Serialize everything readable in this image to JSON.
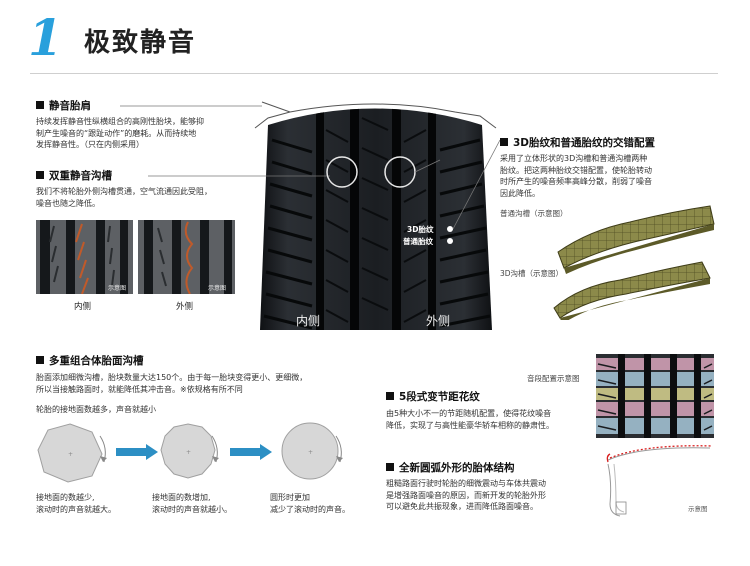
{
  "header": {
    "number": "1",
    "title": "极致静音"
  },
  "sections": {
    "shoulder": {
      "title": "静音胎肩",
      "text_lines": [
        "持续发挥静音性纵横组合的高刚性胎块，能够抑",
        "制产生噪音的“跟趾动作”的磨耗。从而持续地",
        "发挥静音性。（只在内侧采用）"
      ]
    },
    "double_groove": {
      "title": "双重静音沟槽",
      "text_lines": [
        "我们不将轮胎外侧沟槽贯通，空气流通因此受阻，",
        "噪音也随之降低。"
      ],
      "inner_label": "内侧",
      "outer_label": "外侧",
      "img_tag": "示意图"
    },
    "tire": {
      "inner_label": "内侧",
      "outer_label": "外侧",
      "pattern_3d": "3D胎纹",
      "pattern_normal": "普通胎纹"
    },
    "pattern_3d": {
      "title": "3D胎纹和普通胎纹的交错配置",
      "text_lines": [
        "采用了立体形状的3D沟槽和普通沟槽两种",
        "胎纹。把这两种胎纹交错配置，使轮胎转动",
        "时所产生的噪音频率高峰分散，削弱了噪音",
        "因此降低。"
      ],
      "normal_caption": "普通沟槽（示意图）",
      "three_d_caption": "3D沟槽（示意图）"
    },
    "multi_block": {
      "title": "多重组合体胎面沟槽",
      "text_lines": [
        "胎面添加细微沟槽，胎块数量大达150个。由于每一胎块变得更小、更细微，",
        "所以当接触路面时，就能降低其冲击音。※依规格有所不同"
      ],
      "subtitle": "轮胎的接地面数越多，声音就越小",
      "captions": [
        [
          "接地面的数越少,",
          "滚动时的声音就越大。"
        ],
        [
          "接地面的数增加,",
          "滚动时的声音就越小。"
        ],
        [
          "圆形时更加",
          "减少了滚动时的声音。"
        ]
      ]
    },
    "pitch": {
      "title": "5段式变节距花纹",
      "text_lines": [
        "由5种大小不一的节距随机配置，使得花纹噪音",
        "降低，实现了与高性能豪华轿车相称的静肃性。"
      ],
      "diagram_label": "音段配置示意图"
    },
    "arc": {
      "title": "全新圆弧外形的胎体结构",
      "text_lines": [
        "粗糙路面行驶时轮胎的细微震动与车体共震动",
        "是增强路面噪音的原因，而新开发的轮胎外形",
        "可以避免此共振现象，进而降低路面噪音。"
      ],
      "img_tag": "示意图"
    }
  },
  "colors": {
    "accent": "#29a0dc",
    "arrow": "#2c8fc4",
    "pitch_pink": "#f3b7d0",
    "pitch_blue": "#b9ddf1",
    "pitch_yellow": "#f2eb9e",
    "arc_red": "#d92020"
  }
}
